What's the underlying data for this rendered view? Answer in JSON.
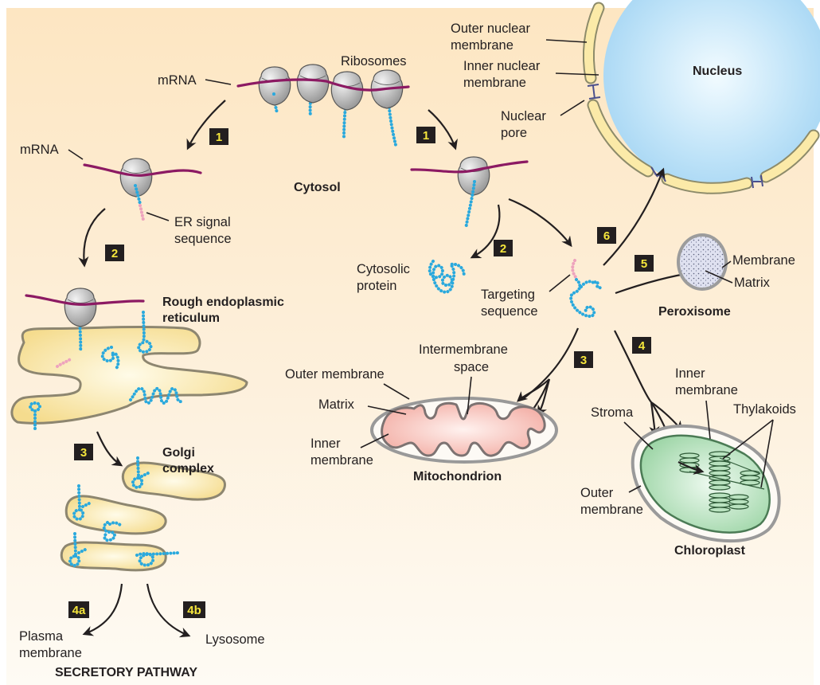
{
  "figure": {
    "region_labels": {
      "cytosol": "Cytosol",
      "nucleus": "Nucleus",
      "rough_er": [
        "Rough endoplasmic",
        "reticulum"
      ],
      "golgi": [
        "Golgi",
        "complex"
      ],
      "mitochondrion": "Mitochondrion",
      "peroxisome": "Peroxisome",
      "chloroplast": "Chloroplast",
      "secretory_pathway": "SECRETORY PATHWAY"
    },
    "labels": {
      "mrna_top": "mRNA",
      "mrna_left": "mRNA",
      "ribosomes": "Ribosomes",
      "er_signal": [
        "ER signal",
        "sequence"
      ],
      "cytosolic_protein": [
        "Cytosolic",
        "protein"
      ],
      "targeting_sequence": [
        "Targeting",
        "sequence"
      ],
      "outer_nuclear_membrane": [
        "Outer nuclear",
        "membrane"
      ],
      "inner_nuclear_membrane": [
        "Inner nuclear",
        "membrane"
      ],
      "nuclear_pore": [
        "Nuclear",
        "pore"
      ],
      "mito_outer_membrane": "Outer membrane",
      "mito_intermembrane_space": [
        "Intermembrane",
        "space"
      ],
      "mito_matrix": "Matrix",
      "mito_inner_membrane": [
        "Inner",
        "membrane"
      ],
      "perox_membrane": "Membrane",
      "perox_matrix": "Matrix",
      "chloro_inner_membrane": [
        "Inner",
        "membrane"
      ],
      "chloro_thylakoids": "Thylakoids",
      "chloro_stroma": "Stroma",
      "chloro_outer_membrane": [
        "Outer",
        "membrane"
      ],
      "plasma_membrane": [
        "Plasma",
        "membrane"
      ],
      "lysosome": "Lysosome"
    },
    "steps": {
      "s1_left": "1",
      "s1_right": "1",
      "s2_left": "2",
      "s2_right": "2",
      "s3_left": "3",
      "s3_right": "3",
      "s4": "4",
      "s4a": "4a",
      "s4b": "4b",
      "s5": "5",
      "s6": "6"
    },
    "colors": {
      "background": "#fdeacb",
      "mrna": "#8c1a63",
      "polypeptide": "#2aa9dd",
      "signal_sequence": "#eea3bd",
      "step_box": "#231f20",
      "step_text": "#f5e63c",
      "nucleus": "#a9d8f5",
      "membrane_fill": "#f6e29a",
      "mitochondrion_matrix": "#f5b8b0",
      "chloroplast_stroma": "#a9dcb0",
      "peroxisome": "#c4c8e0"
    }
  }
}
